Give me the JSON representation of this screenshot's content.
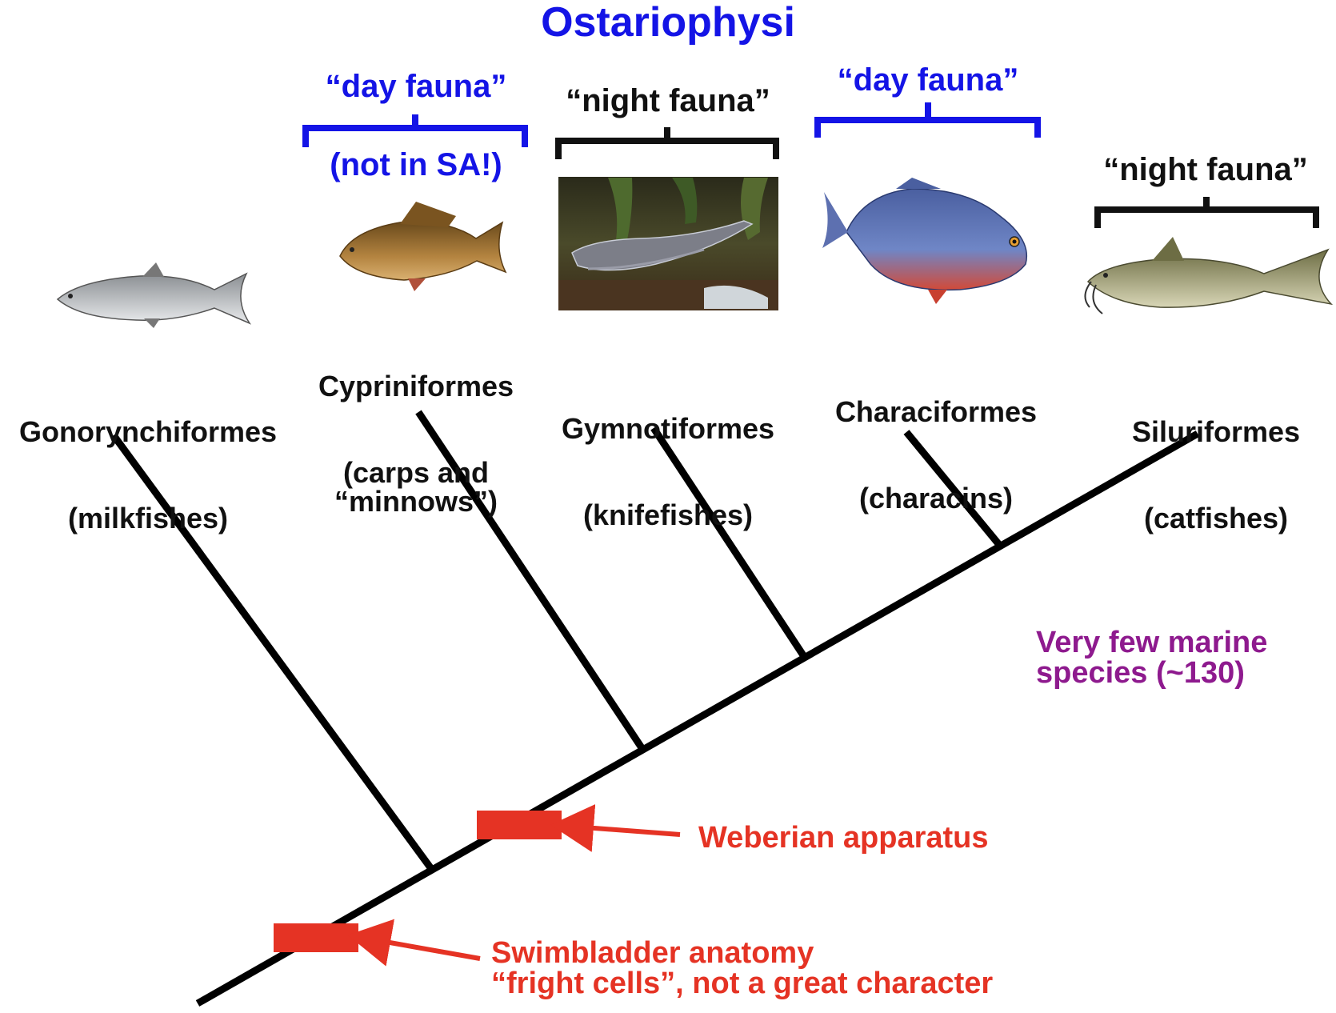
{
  "title": "Ostariophysi",
  "colors": {
    "title": "#1414e6",
    "day": "#1414e6",
    "night": "#111111",
    "marine": "#8e1a8e",
    "character": "#e53324",
    "tree": "#000000"
  },
  "fauna_labels": {
    "day1": "“day fauna”",
    "day1_sub": "(not in SA!)",
    "night1": "“night fauna”",
    "day2": "“day fauna”",
    "night2": "“night fauna”"
  },
  "taxa": [
    {
      "name": "Gonorynchiformes",
      "common": "(milkfishes)",
      "icon": "milkfish-icon"
    },
    {
      "name": "Cypriniformes",
      "common": "(carps and\n“minnows”)",
      "icon": "carp-icon"
    },
    {
      "name": "Gymnotiformes",
      "common": "(knifefishes)",
      "icon": "knifefish-icon"
    },
    {
      "name": "Characiformes",
      "common": "(characins)",
      "icon": "piranha-icon"
    },
    {
      "name": "Siluriformes",
      "common": "(catfishes)",
      "icon": "catfish-icon"
    }
  ],
  "marine_note": "Very few marine\nspecies (~130)",
  "characters": [
    {
      "label": "Weberian apparatus"
    },
    {
      "label": "Swimbladder anatomy\n“fright cells”, not a great character"
    }
  ]
}
